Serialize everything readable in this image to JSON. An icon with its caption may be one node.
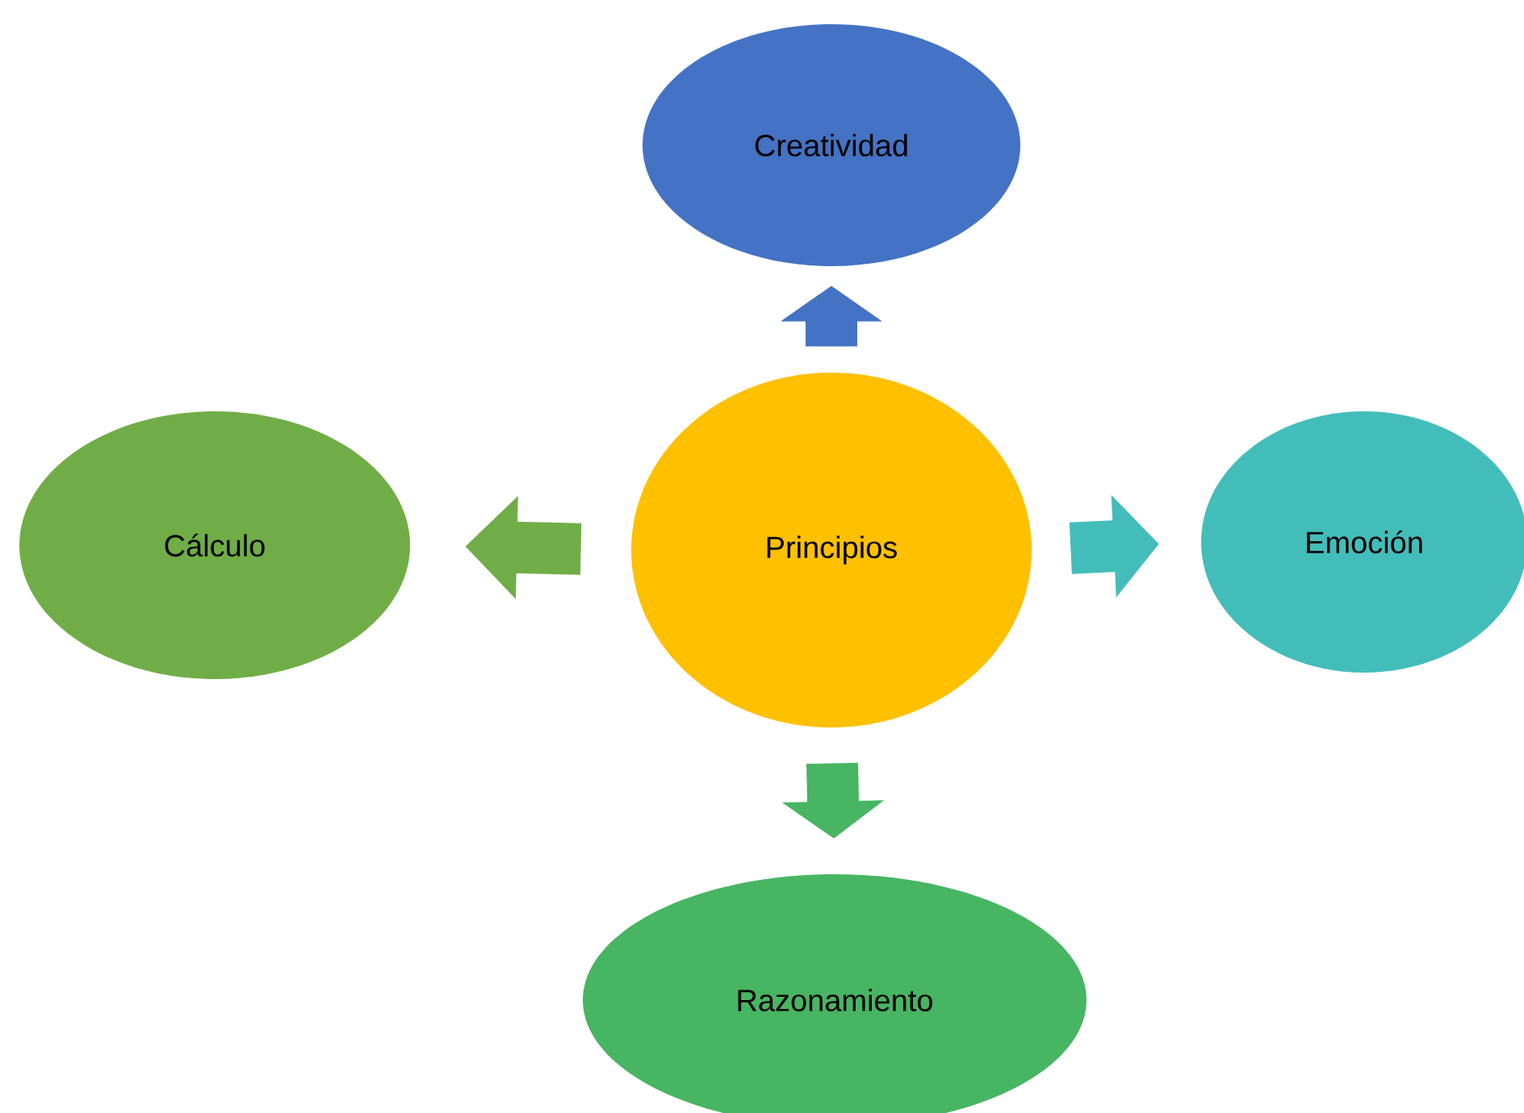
{
  "diagram": {
    "nodes": [
      {
        "text": [
          "Principios"
        ]
      },
      {
        "text": [
          "Creatividad"
        ]
      },
      {
        "text": [
          "Cálculo"
        ]
      },
      {
        "text": [
          "Emoción"
        ]
      },
      {
        "text": [
          "Razonamiento"
        ]
      }
    ],
    "edges": [
      {
        "from": 0,
        "to": 1,
        "arrow": "to",
        "color": "#4472c4"
      },
      {
        "from": 0,
        "to": 2,
        "arrow": "to",
        "color": "#70ad47"
      },
      {
        "from": 0,
        "to": 3,
        "arrow": "to",
        "color": "#43bdba"
      },
      {
        "from": 0,
        "to": 4,
        "arrow": "to",
        "color": "#47b562"
      }
    ]
  }
}
